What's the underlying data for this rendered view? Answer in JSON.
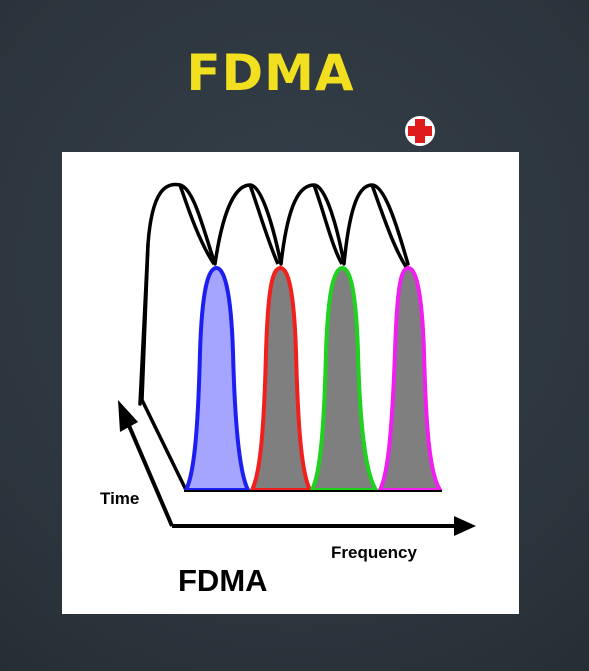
{
  "slide": {
    "title": "FDMA"
  },
  "figure": {
    "caption": "FDMA",
    "x_axis_label": "Frequency",
    "y_axis_label": "Time",
    "channels": [
      {
        "name": "blue-channel",
        "outline": "#1d1ef0",
        "fill": "#a5a5ff"
      },
      {
        "name": "red-channel",
        "outline": "#f0211c",
        "fill": "#7f7f7f"
      },
      {
        "name": "green-channel",
        "outline": "#1ed21e",
        "fill": "#7f7f7f"
      },
      {
        "name": "magenta-channel",
        "outline": "#f01ef0",
        "fill": "#7f7f7f"
      }
    ]
  },
  "colors": {
    "background": "#2f3942",
    "title": "#f2df1f",
    "cursor": "#e01b1b"
  }
}
